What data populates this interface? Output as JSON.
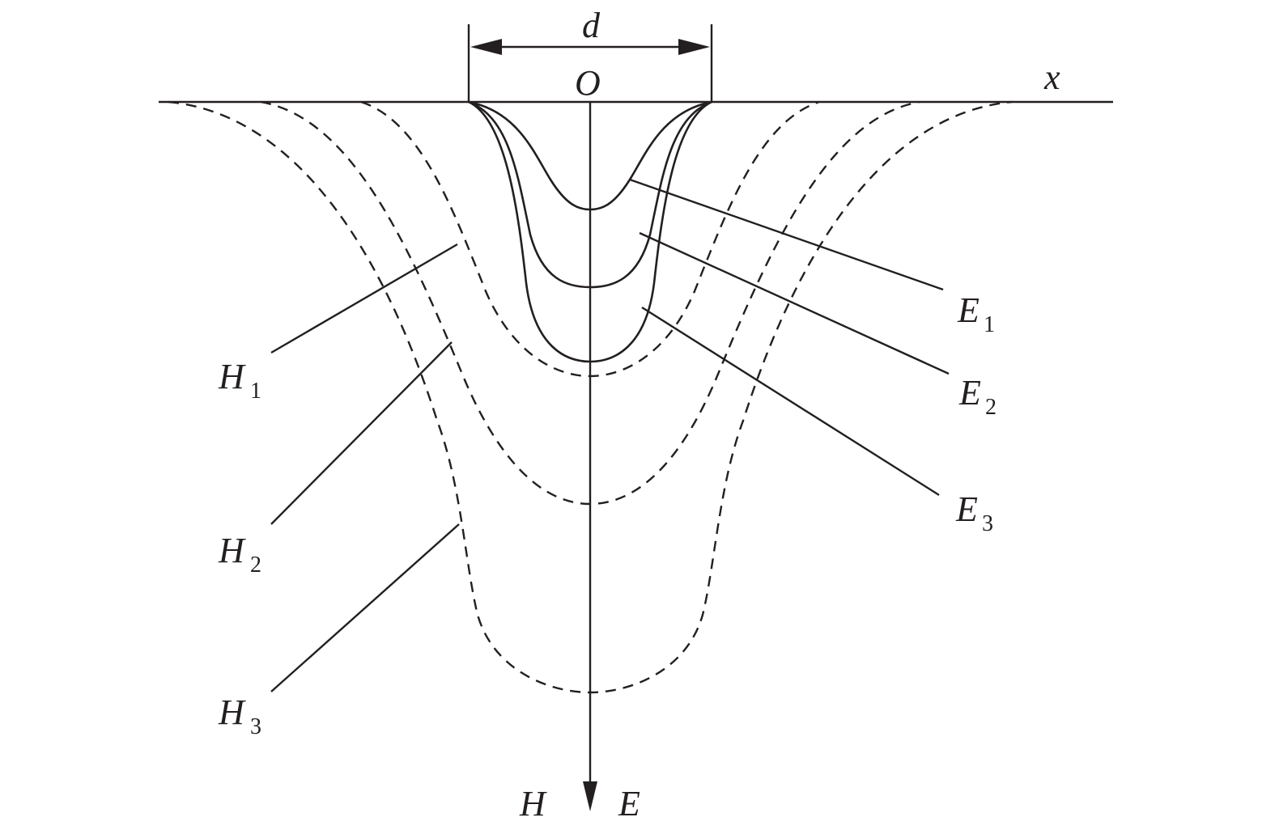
{
  "labels": {
    "d": "d",
    "origin": "O",
    "x": "x",
    "axis_h": "H",
    "axis_e": "E"
  },
  "curves": {
    "E1": {
      "letter": "E",
      "sub": "1"
    },
    "E2": {
      "letter": "E",
      "sub": "2"
    },
    "E3": {
      "letter": "E",
      "sub": "3"
    },
    "H1": {
      "letter": "H",
      "sub": "1"
    },
    "H2": {
      "letter": "H",
      "sub": "2"
    },
    "H3": {
      "letter": "H",
      "sub": "3"
    }
  },
  "colors": {
    "ink": "#231f20",
    "background": "#ffffff"
  }
}
